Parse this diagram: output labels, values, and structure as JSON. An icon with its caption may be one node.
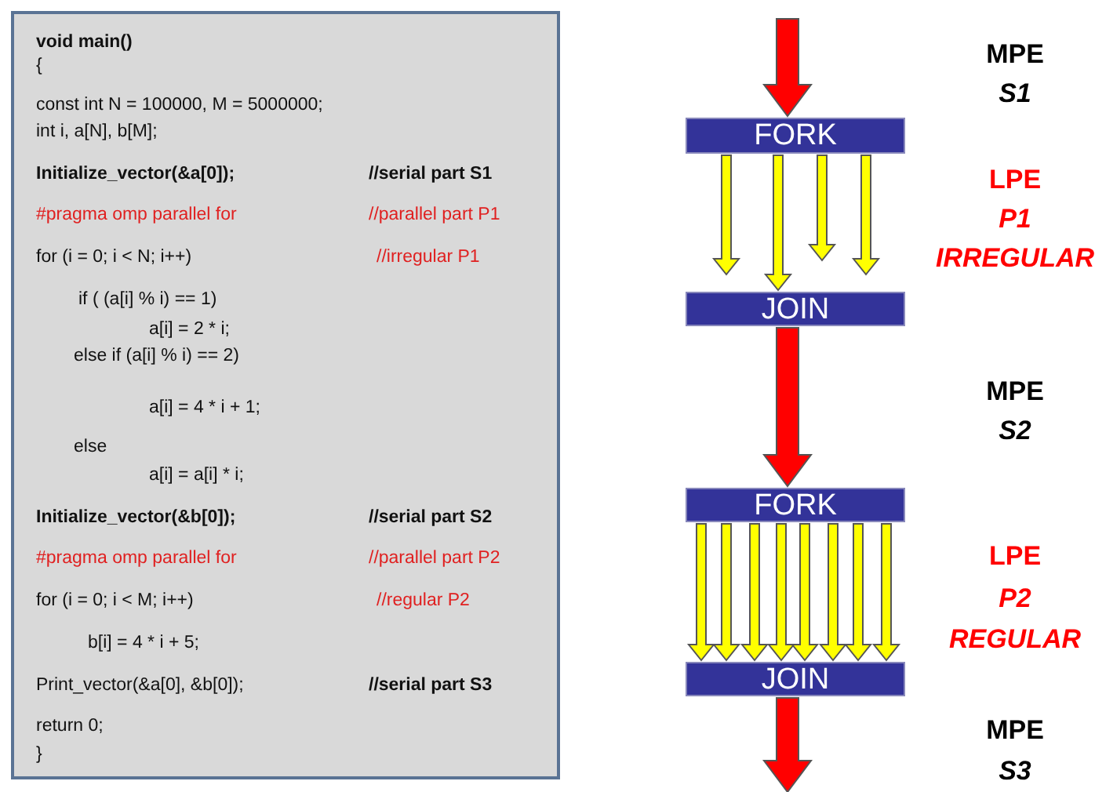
{
  "diagram": {
    "nodes": [
      {
        "text": [
          "void main()",
          "{",
          "const int N = 100000, M = 5000000;",
          "int i, a[N], b[M];",
          "Initialize_vector(&a[0]);",
          "//serial part S1",
          "#pragma omp parallel for",
          "//parallel part P1",
          "for (i = 0; i < N; i++)",
          "//irregular P1",
          "if ( (a[i] % i) == 1)",
          "a[i] = 2 * i;",
          "else if (a[i] % i) == 2)",
          "a[i] = 4 * i + 1;",
          "else",
          "a[i] = a[i] * i;",
          "Initialize_vector(&b[0]);",
          "//serial part S2",
          "#pragma omp parallel for",
          "//parallel part P2",
          "for (i = 0; i < M; i++)",
          "//regular P2",
          "b[i] = 4 * i + 5;",
          "Print_vector(&a[0], &b[0]);",
          "//serial part S3",
          "return 0;",
          "}"
        ]
      },
      {
        "text": [
          "FORK"
        ]
      },
      {
        "text": [
          "JOIN"
        ]
      },
      {
        "text": [
          "FORK"
        ]
      },
      {
        "text": [
          "JOIN"
        ]
      }
    ],
    "edges": [
      {
        "from": null,
        "to": 1,
        "arrow": "to",
        "style": "thick",
        "color": "#ff0000"
      },
      {
        "from": 1,
        "to": null,
        "arrow": "to"
      },
      {
        "from": 1,
        "to": 2,
        "arrow": "to"
      },
      {
        "from": 1,
        "to": null,
        "arrow": "to"
      },
      {
        "from": 1,
        "to": null,
        "arrow": "to"
      },
      {
        "from": 2,
        "to": 3,
        "arrow": "to",
        "style": "thick",
        "color": "#ff0000"
      },
      {
        "from": 3,
        "to": 4,
        "arrow": "to"
      },
      {
        "from": 3,
        "to": 4,
        "arrow": "to"
      },
      {
        "from": 3,
        "to": 4,
        "arrow": "to"
      },
      {
        "from": 3,
        "to": 4,
        "arrow": "to"
      },
      {
        "from": 3,
        "to": 4,
        "arrow": "to"
      },
      {
        "from": 3,
        "to": 4,
        "arrow": "to"
      },
      {
        "from": 3,
        "to": 4,
        "arrow": "to"
      },
      {
        "from": 3,
        "to": 4,
        "arrow": "to"
      },
      {
        "from": 4,
        "to": null,
        "arrow": "to",
        "style": "thick",
        "color": "#ff0000"
      }
    ],
    "labels": [
      "MPE",
      "S1",
      "LPE",
      "P1",
      "IRREGULAR",
      "MPE",
      "S2",
      "LPE",
      "P2",
      "REGULAR",
      "MPE",
      "S3"
    ]
  }
}
